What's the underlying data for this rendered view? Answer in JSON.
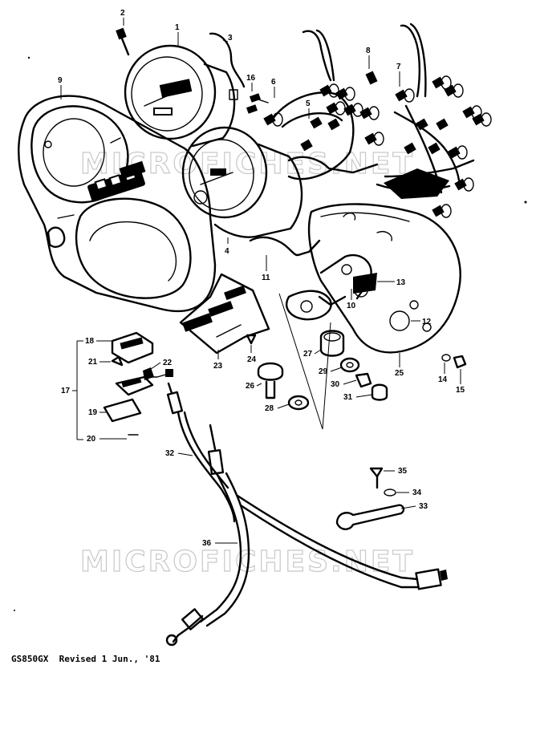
{
  "footer": {
    "model": "GS850GX",
    "revision": "Revised 1 Jun., '81"
  },
  "watermark": {
    "top": "MICROFICHES.NET",
    "bottom": "MICROFICHES.NET"
  },
  "parts": [
    {
      "num": "1"
    },
    {
      "num": "2"
    },
    {
      "num": "3"
    },
    {
      "num": "4"
    },
    {
      "num": "5"
    },
    {
      "num": "6"
    },
    {
      "num": "7"
    },
    {
      "num": "8"
    },
    {
      "num": "9"
    },
    {
      "num": "10"
    },
    {
      "num": "11"
    },
    {
      "num": "12"
    },
    {
      "num": "13"
    },
    {
      "num": "14"
    },
    {
      "num": "15"
    },
    {
      "num": "16"
    },
    {
      "num": "17"
    },
    {
      "num": "18"
    },
    {
      "num": "19"
    },
    {
      "num": "20"
    },
    {
      "num": "21"
    },
    {
      "num": "22"
    },
    {
      "num": "23"
    },
    {
      "num": "24"
    },
    {
      "num": "25"
    },
    {
      "num": "26"
    },
    {
      "num": "27"
    },
    {
      "num": "28"
    },
    {
      "num": "29"
    },
    {
      "num": "30"
    },
    {
      "num": "31"
    },
    {
      "num": "32"
    },
    {
      "num": "33"
    },
    {
      "num": "34"
    },
    {
      "num": "35"
    },
    {
      "num": "36"
    }
  ]
}
